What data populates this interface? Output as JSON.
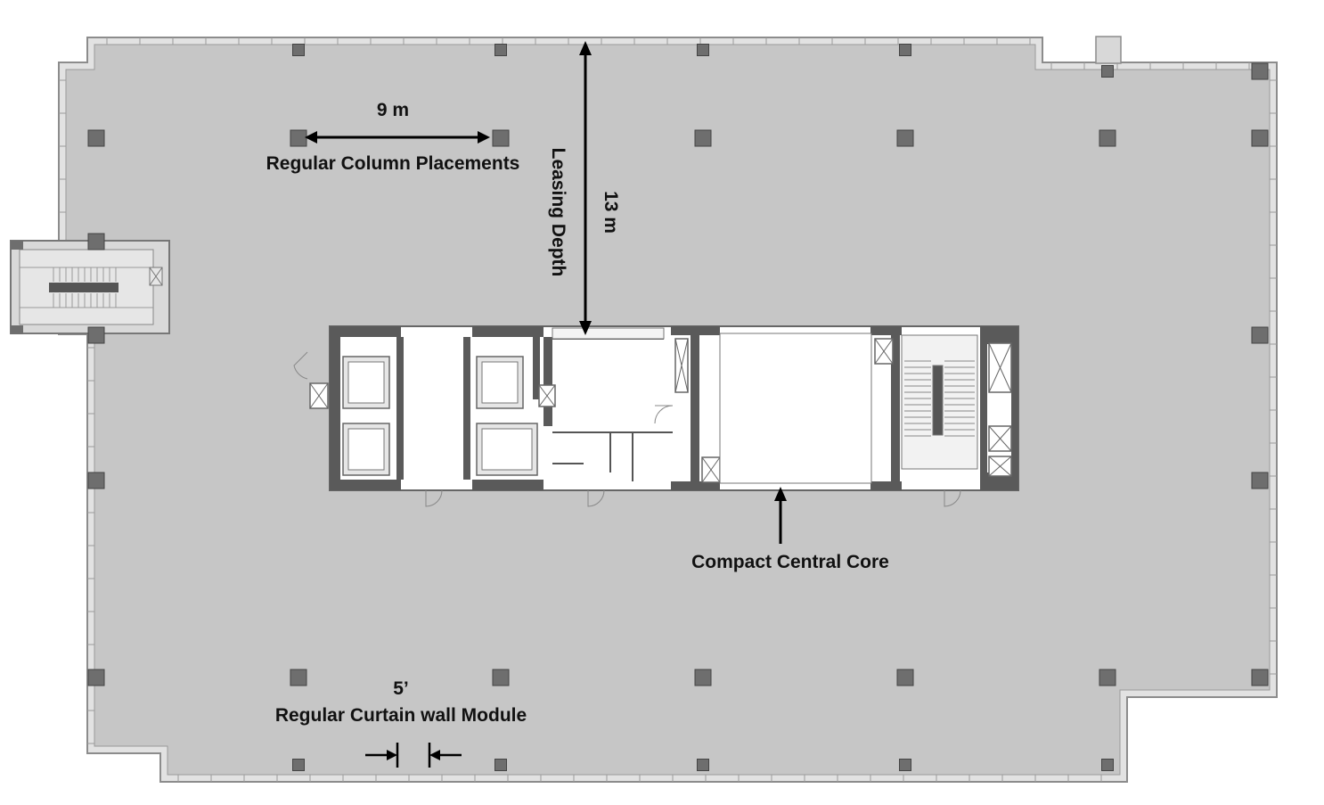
{
  "annotations": {
    "column_spacing": "9 m",
    "column_note": "Regular Column Placements",
    "leasing_depth": "Leasing Depth",
    "depth_value": "13 m",
    "core_note": "Compact Central Core",
    "module_value": "5’",
    "module_note": "Regular Curtain wall Module"
  },
  "colors": {
    "floor": "#c6c6c6",
    "floor_outline": "#8c8c8c",
    "column": "#6e6e6e",
    "core_wall": "#5a5a5a",
    "core_fill": "#ffffff",
    "arrow": "#000000"
  }
}
